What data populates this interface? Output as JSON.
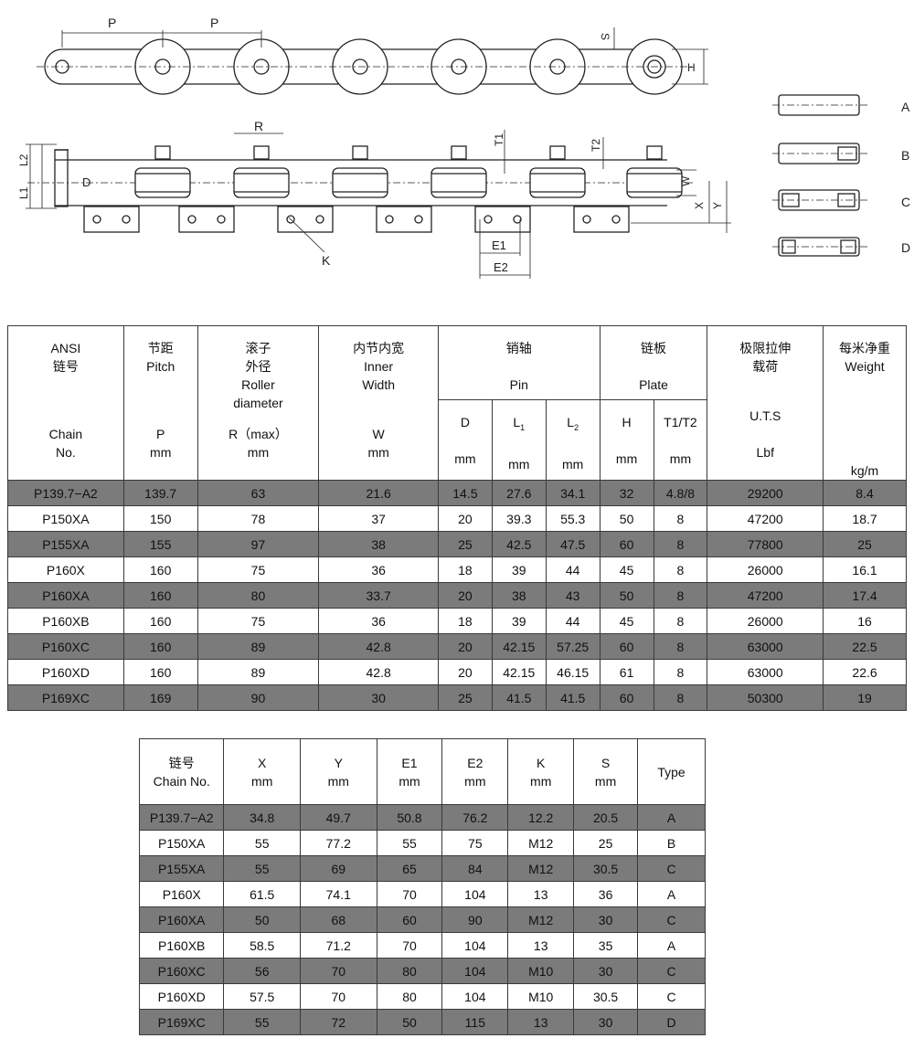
{
  "diagram": {
    "labels": {
      "p": "P",
      "s": "S",
      "h": "H",
      "r": "R",
      "t1": "T1",
      "t2": "T2",
      "l1": "L1",
      "l2": "L2",
      "d": "D",
      "w": "W",
      "x": "X",
      "y": "Y",
      "k": "K",
      "e1": "E1",
      "e2": "E2"
    },
    "types": [
      "A",
      "B",
      "C",
      "D"
    ]
  },
  "table1": {
    "headers": {
      "chain_cn": "ANSI",
      "chain_cn2": "链号",
      "chain_en": "Chain",
      "chain_en2": "No.",
      "pitch_cn": "节距",
      "pitch_en": "Pitch",
      "pitch_sym": "P",
      "pitch_unit": "mm",
      "roller_cn": "滚子",
      "roller_cn2": "外径",
      "roller_en": "Roller",
      "roller_en2": "diameter",
      "roller_sym": "R（max）",
      "roller_unit": "mm",
      "width_cn": "内节内宽",
      "width_en": "Inner",
      "width_en2": "Width",
      "width_sym": "W",
      "width_unit": "mm",
      "pin_cn": "销轴",
      "pin_en": "Pin",
      "pin_d": "D",
      "pin_l1": "L",
      "pin_l1_sub": "1",
      "pin_l2": "L",
      "pin_l2_sub": "2",
      "plate_cn": "链板",
      "plate_en": "Plate",
      "plate_h": "H",
      "plate_t": "T1/T2",
      "uts_cn": "极限拉伸",
      "uts_cn2": "载荷",
      "uts_en": "U.T.S",
      "uts_unit": "Lbf",
      "weight_cn": "每米净重",
      "weight_en": "Weight",
      "weight_unit": "kg/m",
      "mm": "mm"
    },
    "rows": [
      [
        "P139.7−A2",
        "139.7",
        "63",
        "21.6",
        "14.5",
        "27.6",
        "34.1",
        "32",
        "4.8/8",
        "29200",
        "8.4"
      ],
      [
        "P150XA",
        "150",
        "78",
        "37",
        "20",
        "39.3",
        "55.3",
        "50",
        "8",
        "47200",
        "18.7"
      ],
      [
        "P155XA",
        "155",
        "97",
        "38",
        "25",
        "42.5",
        "47.5",
        "60",
        "8",
        "77800",
        "25"
      ],
      [
        "P160X",
        "160",
        "75",
        "36",
        "18",
        "39",
        "44",
        "45",
        "8",
        "26000",
        "16.1"
      ],
      [
        "P160XA",
        "160",
        "80",
        "33.7",
        "20",
        "38",
        "43",
        "50",
        "8",
        "47200",
        "17.4"
      ],
      [
        "P160XB",
        "160",
        "75",
        "36",
        "18",
        "39",
        "44",
        "45",
        "8",
        "26000",
        "16"
      ],
      [
        "P160XC",
        "160",
        "89",
        "42.8",
        "20",
        "42.15",
        "57.25",
        "60",
        "8",
        "63000",
        "22.5"
      ],
      [
        "P160XD",
        "160",
        "89",
        "42.8",
        "20",
        "42.15",
        "46.15",
        "61",
        "8",
        "63000",
        "22.6"
      ],
      [
        "P169XC",
        "169",
        "90",
        "30",
        "25",
        "41.5",
        "41.5",
        "60",
        "8",
        "50300",
        "19"
      ]
    ]
  },
  "table2": {
    "headers": {
      "chain_cn": "链号",
      "chain_en": "Chain No.",
      "x": "X",
      "y": "Y",
      "e1": "E1",
      "e2": "E2",
      "k": "K",
      "s": "S",
      "mm": "mm",
      "type": "Type"
    },
    "rows": [
      [
        "P139.7−A2",
        "34.8",
        "49.7",
        "50.8",
        "76.2",
        "12.2",
        "20.5",
        "A"
      ],
      [
        "P150XA",
        "55",
        "77.2",
        "55",
        "75",
        "M12",
        "25",
        "B"
      ],
      [
        "P155XA",
        "55",
        "69",
        "65",
        "84",
        "M12",
        "30.5",
        "C"
      ],
      [
        "P160X",
        "61.5",
        "74.1",
        "70",
        "104",
        "13",
        "36",
        "A"
      ],
      [
        "P160XA",
        "50",
        "68",
        "60",
        "90",
        "M12",
        "30",
        "C"
      ],
      [
        "P160XB",
        "58.5",
        "71.2",
        "70",
        "104",
        "13",
        "35",
        "A"
      ],
      [
        "P160XC",
        "56",
        "70",
        "80",
        "104",
        "M10",
        "30",
        "C"
      ],
      [
        "P160XD",
        "57.5",
        "70",
        "80",
        "104",
        "M10",
        "30.5",
        "C"
      ],
      [
        "P169XC",
        "55",
        "72",
        "50",
        "115",
        "13",
        "30",
        "D"
      ]
    ]
  }
}
